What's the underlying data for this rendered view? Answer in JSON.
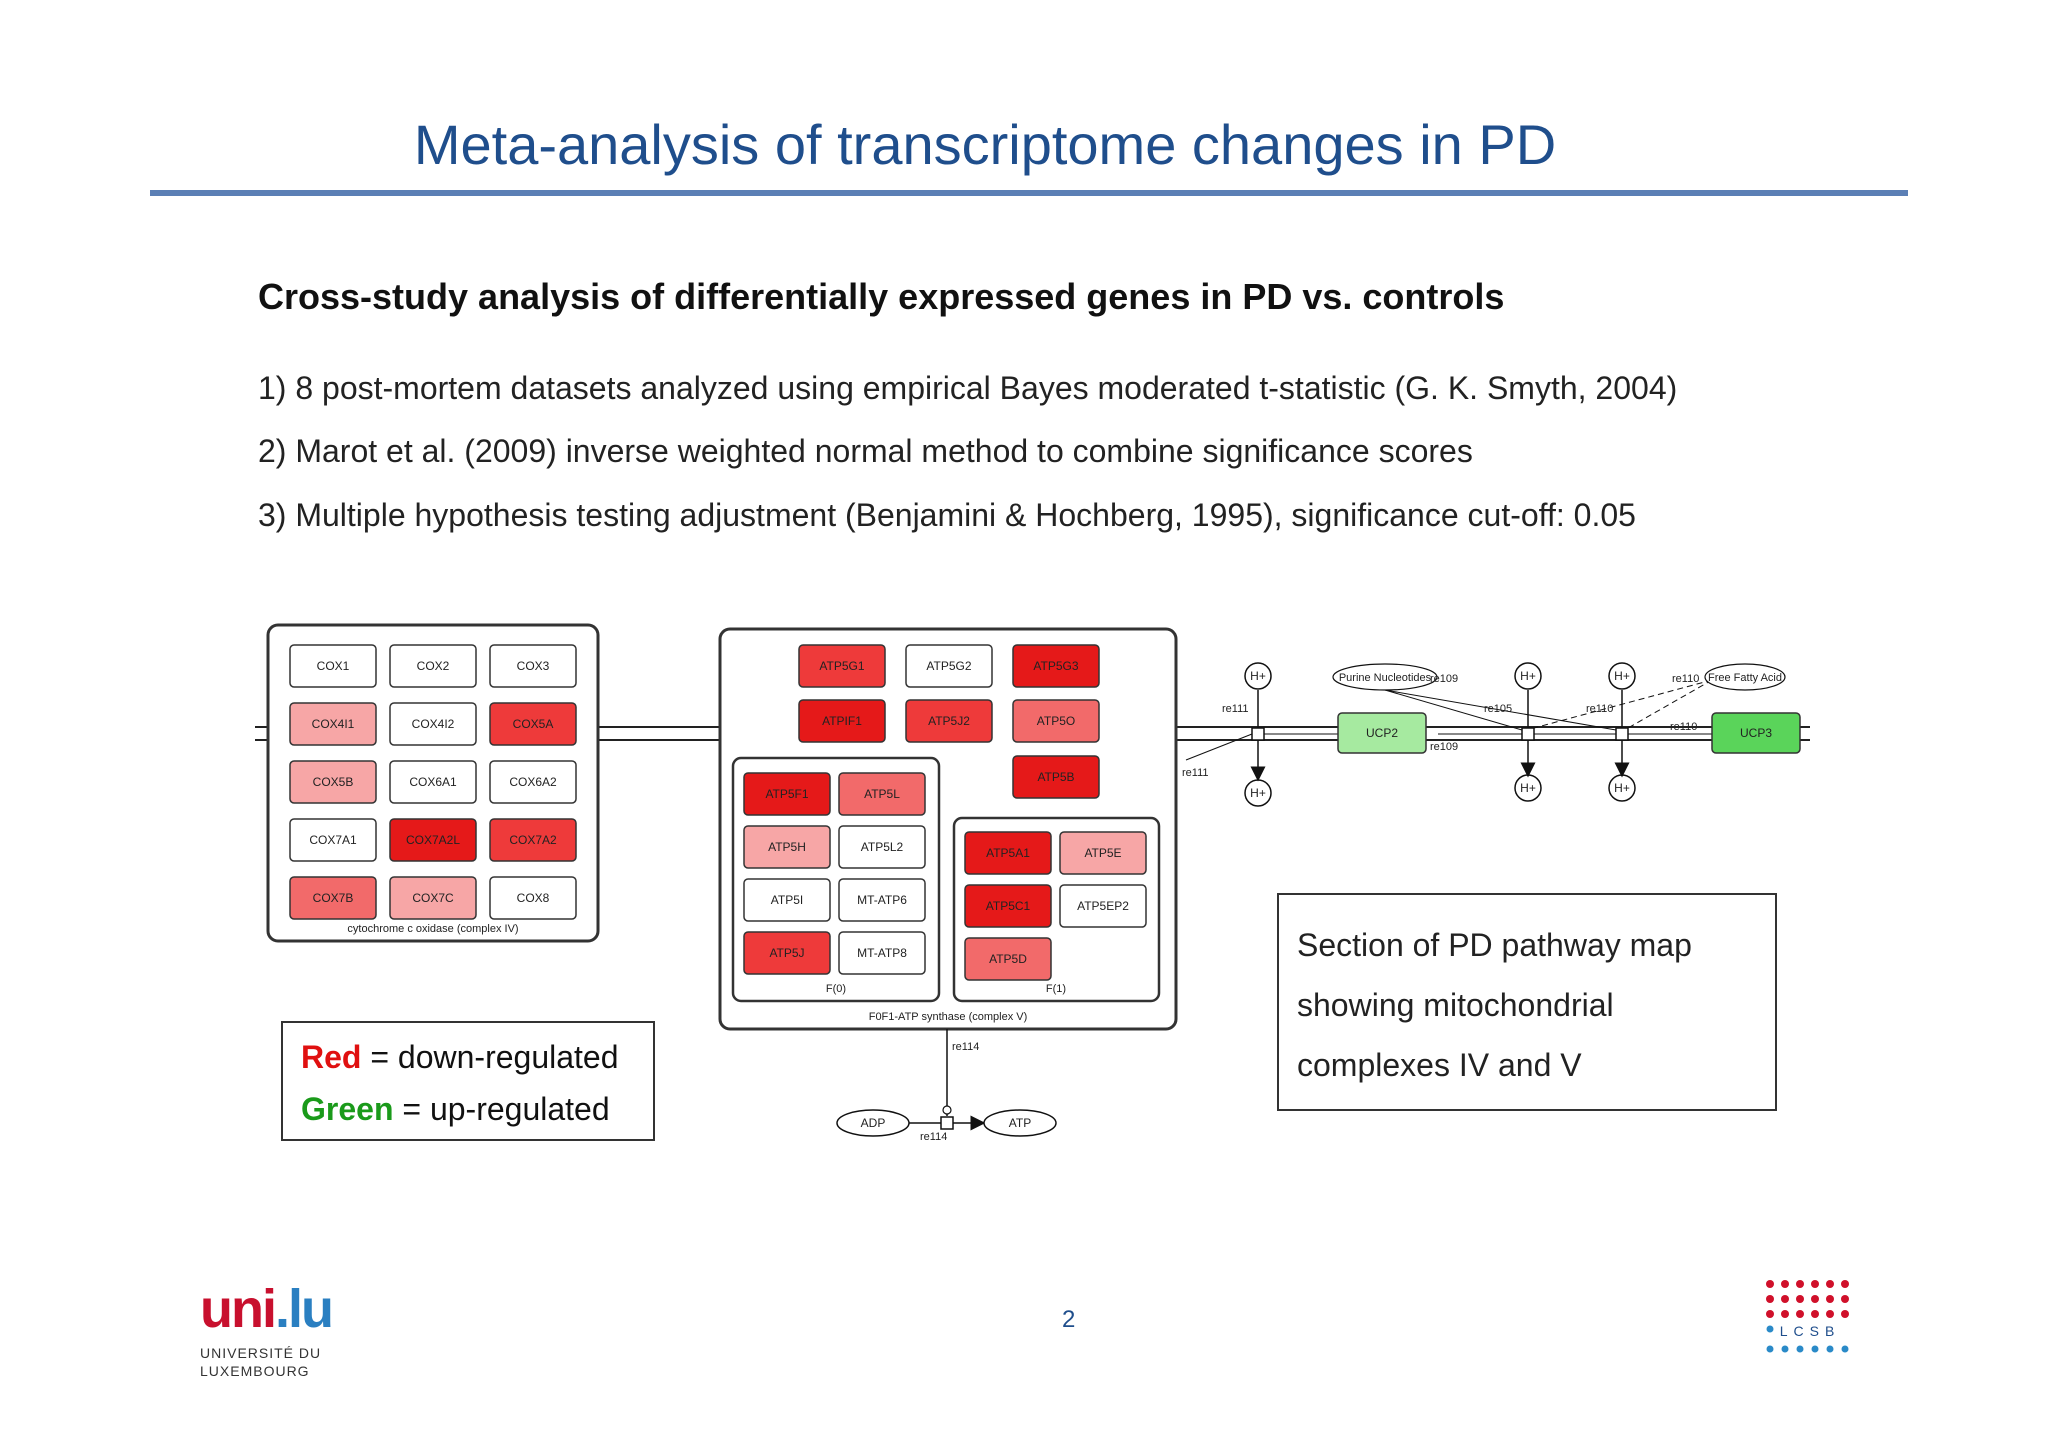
{
  "title": "Meta-analysis of transcriptome changes in PD",
  "subtitle": "Cross-study analysis of differentially expressed genes in PD vs. controls",
  "points": [
    "1) 8 post-mortem datasets analyzed using empirical Bayes moderated t-statistic (G. K. Smyth, 2004)",
    "2) Marot et al. (2009) inverse weighted normal method to combine significance scores",
    "3) Multiple hypothesis testing adjustment (Benjamini & Hochberg, 1995), significance cut-off: 0.05"
  ],
  "legend": {
    "red_word": "Red",
    "red_text": " = down-regulated",
    "green_word": "Green",
    "green_text": " = up-regulated"
  },
  "caption": [
    "Section of PD pathway map",
    "showing mitochondrial",
    "complexes IV and V"
  ],
  "page_number": "2",
  "logos": {
    "uni_main_a": "uni",
    "uni_main_b": ".lu",
    "uni_line1": "UNIVERSITÉ DU",
    "uni_line2": "LUXEMBOURG",
    "lcsb": "LCSB"
  },
  "colors": {
    "strong_red": "#e51919",
    "red": "#ee3a3a",
    "mid_red": "#f26a6a",
    "light_red": "#f7a6a6",
    "white": "#ffffff",
    "light_green": "#a6eaa0",
    "green": "#5ad45a"
  },
  "complex_iv": {
    "label": "cytochrome c oxidase (complex IV)",
    "genes": [
      {
        "name": "COX1",
        "color": "white"
      },
      {
        "name": "COX2",
        "color": "white"
      },
      {
        "name": "COX3",
        "color": "white"
      },
      {
        "name": "COX4I1",
        "color": "light_red"
      },
      {
        "name": "COX4I2",
        "color": "white"
      },
      {
        "name": "COX5A",
        "color": "red"
      },
      {
        "name": "COX5B",
        "color": "light_red"
      },
      {
        "name": "COX6A1",
        "color": "white"
      },
      {
        "name": "COX6A2",
        "color": "white"
      },
      {
        "name": "COX7A1",
        "color": "white"
      },
      {
        "name": "COX7A2L",
        "color": "strong_red"
      },
      {
        "name": "COX7A2",
        "color": "red"
      },
      {
        "name": "COX7B",
        "color": "mid_red"
      },
      {
        "name": "COX7C",
        "color": "light_red"
      },
      {
        "name": "COX8",
        "color": "white"
      }
    ]
  },
  "complex_v": {
    "label": "F0F1-ATP synthase (complex V)",
    "top_genes": [
      {
        "name": "ATP5G1",
        "color": "red"
      },
      {
        "name": "ATP5G2",
        "color": "white"
      },
      {
        "name": "ATP5G3",
        "color": "strong_red"
      },
      {
        "name": "ATPIF1",
        "color": "strong_red"
      },
      {
        "name": "ATP5J2",
        "color": "red"
      },
      {
        "name": "ATP5O",
        "color": "mid_red"
      },
      {
        "name": "ATP5B",
        "color": "strong_red"
      }
    ],
    "f0_label": "F(0)",
    "f0_genes": [
      {
        "name": "ATP5F1",
        "color": "strong_red"
      },
      {
        "name": "ATP5L",
        "color": "mid_red"
      },
      {
        "name": "ATP5H",
        "color": "light_red"
      },
      {
        "name": "ATP5L2",
        "color": "white"
      },
      {
        "name": "ATP5I",
        "color": "white"
      },
      {
        "name": "MT-ATP6",
        "color": "white"
      },
      {
        "name": "ATP5J",
        "color": "red"
      },
      {
        "name": "MT-ATP8",
        "color": "white"
      }
    ],
    "f1_label": "F(1)",
    "f1_genes": [
      {
        "name": "ATP5A1",
        "color": "strong_red"
      },
      {
        "name": "ATP5E",
        "color": "light_red"
      },
      {
        "name": "ATP5C1",
        "color": "strong_red"
      },
      {
        "name": "ATP5EP2",
        "color": "white"
      },
      {
        "name": "ATP5D",
        "color": "mid_red"
      }
    ]
  },
  "reaction": {
    "re114_top": "re114",
    "re114_bottom": "re114",
    "adp": "ADP",
    "atp": "ATP"
  },
  "membrane": {
    "ucp2": "UCP2",
    "ucp3": "UCP3",
    "hplus": "H+",
    "purine": "Purine Nucleotides",
    "free_fatty": "Free Fatty Acid",
    "labels": [
      "re111",
      "re111",
      "re109",
      "re109",
      "re105",
      "re110",
      "re110",
      "re110"
    ]
  }
}
